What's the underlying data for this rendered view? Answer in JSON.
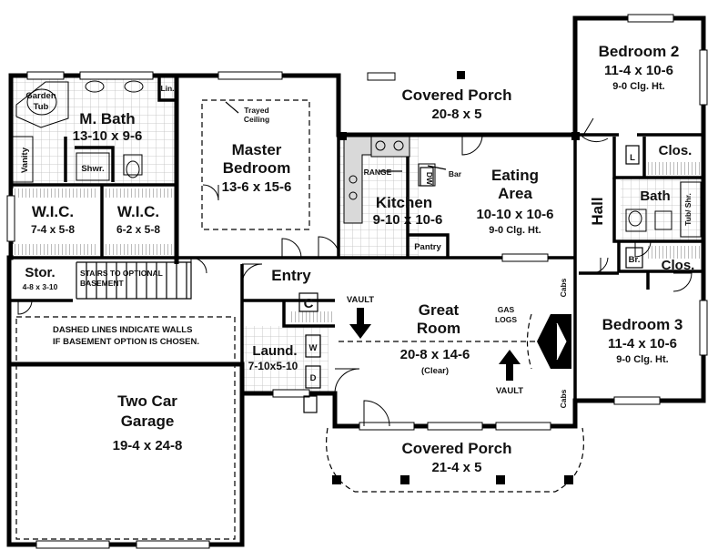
{
  "rooms": {
    "m_bath": {
      "name": "M. Bath",
      "dims": "13-10 x 9-6"
    },
    "garden_tub": {
      "line1": "Garden",
      "line2": "Tub"
    },
    "vanity": "Vanity",
    "shwr": "Shwr.",
    "lin": "Lin.",
    "master": {
      "name1": "Master",
      "name2": "Bedroom",
      "dims": "13-6 x 15-6"
    },
    "trayed": {
      "line1": "Trayed",
      "line2": "Ceiling"
    },
    "wic1": {
      "name": "W.I.C.",
      "dims": "7-4 x 5-8"
    },
    "wic2": {
      "name": "W.I.C.",
      "dims": "6-2 x 5-8"
    },
    "covered_porch_top": {
      "name": "Covered Porch",
      "dims": "20-8 x 5"
    },
    "kitchen": {
      "name": "Kitchen",
      "dims": "9-10 x 10-6"
    },
    "range": "RANGE",
    "dw": "DW",
    "bar": "Bar",
    "pantry": "Pantry",
    "eating": {
      "name1": "Eating",
      "name2": "Area",
      "dims": "10-10 x 10-6",
      "clg": "9-0 Clg. Ht."
    },
    "bedroom2": {
      "name": "Bedroom 2",
      "dims": "11-4 x 10-6",
      "clg": "9-0 Clg. Ht."
    },
    "clos1": "Clos.",
    "l": "L",
    "hall": "Hall",
    "bath": "Bath",
    "tub_shr": "Tub/ Shr.",
    "br": "Br.",
    "clos2": "Clos.",
    "bedroom3": {
      "name": "Bedroom 3",
      "dims": "11-4 x 10-6",
      "clg": "9-0 Clg. Ht."
    },
    "stor": {
      "name": "Stor.",
      "dims": "4-8 x 3-10"
    },
    "stairs": {
      "line1": "STAIRS TO OPTIONAL",
      "line2": "BASEMENT"
    },
    "dashed_note": {
      "line1": "DASHED LINES INDICATE WALLS",
      "line2": "IF BASEMENT OPTION IS CHOSEN."
    },
    "entry": "Entry",
    "c": "C",
    "laund": {
      "name": "Laund.",
      "dims": "7-10x5-10"
    },
    "w": "W",
    "d": "D",
    "garage": {
      "name1": "Two Car",
      "name2": "Garage",
      "dims": "19-4 x 24-8"
    },
    "great": {
      "name1": "Great",
      "name2": "Room",
      "dims": "20-8 x 14-6",
      "clear": "(Clear)"
    },
    "vault_left": "VAULT",
    "vault_right": "VAULT",
    "gas_logs": {
      "line1": "GAS",
      "line2": "LOGS"
    },
    "cabs_top": "Cabs",
    "cabs_bottom": "Cabs",
    "covered_porch_bottom": {
      "name": "Covered Porch",
      "dims": "21-4 x 5"
    }
  }
}
